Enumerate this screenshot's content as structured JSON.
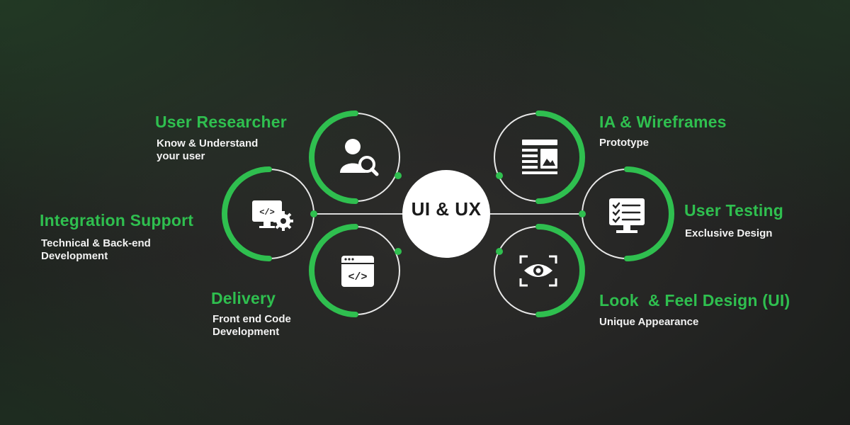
{
  "center": {
    "label": "UI & UX"
  },
  "colors": {
    "accent": "#2fbf4f",
    "ring": "#e8e8e8",
    "background": "#242424",
    "center_fill": "#ffffff"
  },
  "nodes": [
    {
      "id": "user-researcher",
      "title": "User Researcher",
      "subtitle": [
        "Know & Understand",
        "your user"
      ],
      "icon": "user-search-icon"
    },
    {
      "id": "integration-support",
      "title": "Integration Support",
      "subtitle": [
        "Technical & Back-end",
        "Development"
      ],
      "icon": "code-monitor-gear-icon"
    },
    {
      "id": "delivery",
      "title": "Delivery",
      "subtitle": [
        "Front end Code",
        "Development"
      ],
      "icon": "code-window-icon"
    },
    {
      "id": "ia-wireframes",
      "title": "IA & Wireframes",
      "subtitle": [
        "Prototype"
      ],
      "icon": "wireframe-layout-icon"
    },
    {
      "id": "user-testing",
      "title": "User Testing",
      "subtitle": [
        "Exclusive Design"
      ],
      "icon": "checklist-monitor-icon"
    },
    {
      "id": "look-feel",
      "title": "Look  & Feel Design (UI)",
      "subtitle": [
        "Unique Appearance"
      ],
      "icon": "eye-scan-icon"
    }
  ]
}
